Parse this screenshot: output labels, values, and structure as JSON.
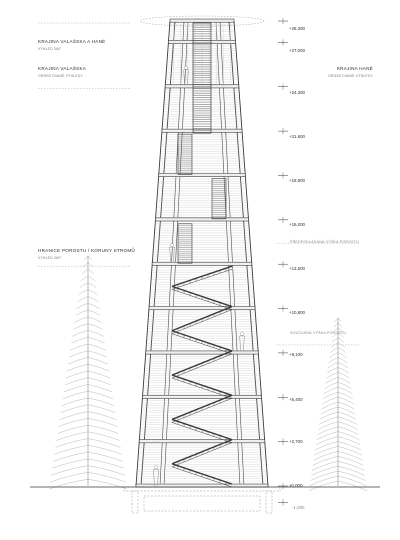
{
  "labels": {
    "left_top": {
      "title": "KRAJINA VALAŠSKA A HANÉ",
      "subtitle": "VÝHLED 360°"
    },
    "left_mid": {
      "title": "KRAJINA VALAŠSKA",
      "subtitle": "ORIENTOVANÉ VÝHLEDY"
    },
    "right_mid": {
      "title": "KRAJINA HANÉ",
      "subtitle": "ORIENTOVANÉ VÝHLEDY"
    },
    "left_low": {
      "title": "HRANICE POROSTU / KORUNY STROMŮ",
      "subtitle": "VÝHLED 360°"
    }
  },
  "zones": {
    "forecast": "PŘEDPOKLÁDANÁ VÝŠKA POROSTU",
    "current": "SOUČASNÁ VÝŠKA POROSTU"
  },
  "elevations": [
    {
      "value": 28.3,
      "label": "+28,300"
    },
    {
      "value": 27.0,
      "label": "+27,000"
    },
    {
      "value": 24.3,
      "label": "+24,300"
    },
    {
      "value": 21.6,
      "label": "+21,600"
    },
    {
      "value": 18.9,
      "label": "+18,900"
    },
    {
      "value": 16.2,
      "label": "+16,200"
    },
    {
      "value": 13.5,
      "label": "+13,500"
    },
    {
      "value": 10.8,
      "label": "+10,800"
    },
    {
      "value": 8.1,
      "label": "+8,100"
    },
    {
      "value": 5.4,
      "label": "+5,400"
    },
    {
      "value": 2.7,
      "label": "+2,700"
    },
    {
      "value": 0.0,
      "label": "±0,000"
    },
    {
      "value": -1.0,
      "label": "-1,000"
    }
  ],
  "colors": {
    "line": "#3a3a3a",
    "light": "#9a9a9a",
    "hatch": "#c8c8c8",
    "bg": "#ffffff"
  }
}
